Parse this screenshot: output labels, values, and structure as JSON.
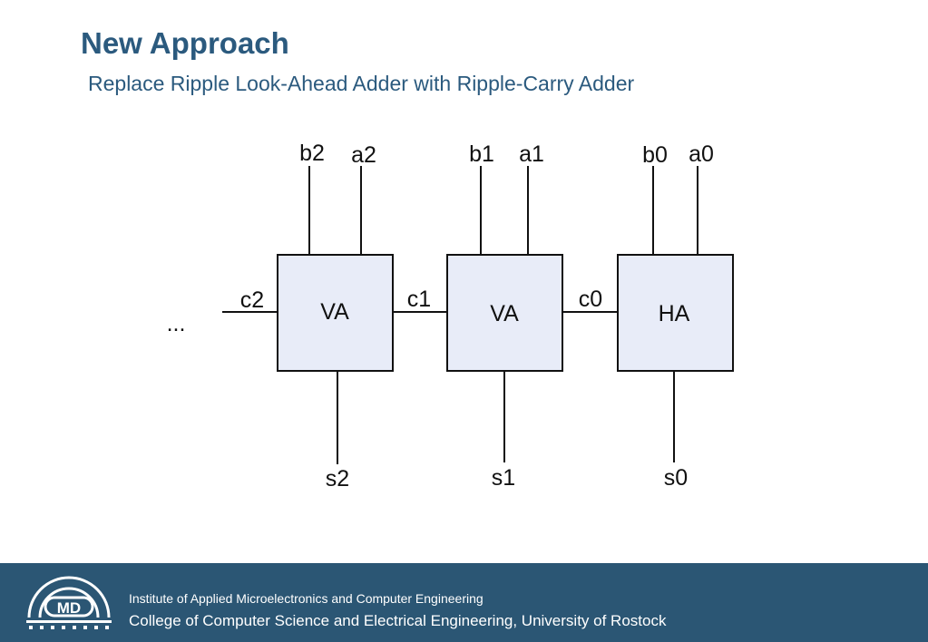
{
  "slide": {
    "title": "New Approach",
    "subtitle": "Replace Ripple Look-Ahead Adder with Ripple-Carry Adder"
  },
  "diagram": {
    "ellipsis": "...",
    "blocks": [
      {
        "label": "VA",
        "input_b": "b2",
        "input_a": "a2",
        "carry_in": "c2",
        "sum": "s2"
      },
      {
        "label": "VA",
        "input_b": "b1",
        "input_a": "a1",
        "carry_in": "c1",
        "sum": "s1"
      },
      {
        "label": "HA",
        "input_b": "b0",
        "input_a": "a0",
        "carry_in": "c0",
        "sum": "s0"
      }
    ],
    "colors": {
      "block_fill": "#e8ecf8",
      "stroke": "#111111"
    }
  },
  "footer": {
    "logo_text": "MD",
    "line1": "Institute of Applied Microelectronics and Computer Engineering",
    "line2": "College of Computer Science and Electrical Engineering, University of Rostock",
    "background": "#2b5674"
  }
}
